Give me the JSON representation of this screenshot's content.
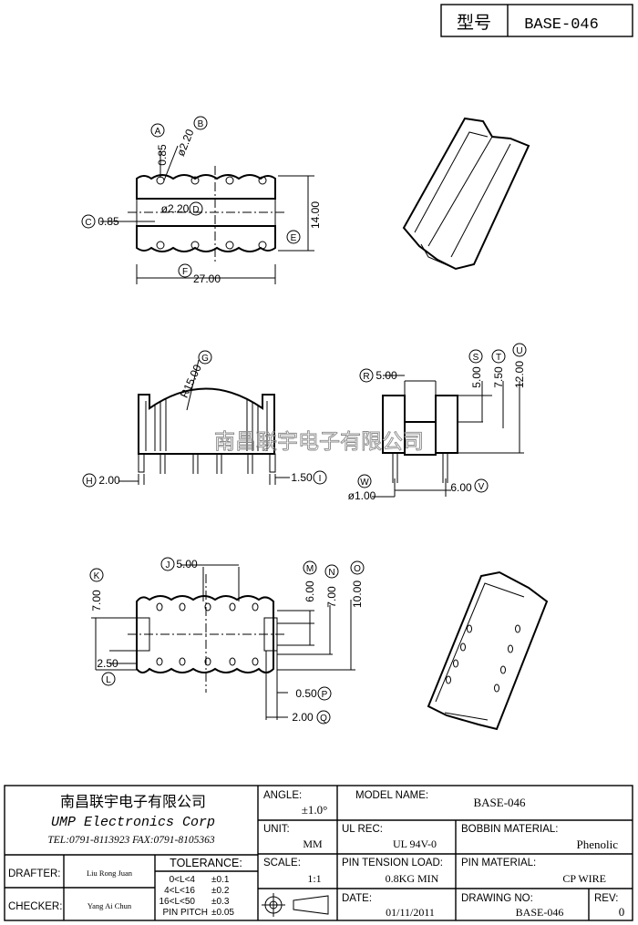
{
  "header": {
    "model_label": "型号",
    "model_value": "BASE-046"
  },
  "dimensions": {
    "A": "A",
    "A_val": "0.85",
    "B": "B",
    "B_val": "ø2.20",
    "C": "C",
    "C_val": "0.85",
    "D": "D",
    "D_val": "ø2.20",
    "E": "E",
    "E_val": "14.00",
    "F": "F",
    "F_val": "27.00",
    "G": "G",
    "G_val": "R15.00",
    "H": "H",
    "H_val": "2.00",
    "I": "I",
    "I_val": "1.50",
    "J": "J",
    "J_val": "5.00",
    "K": "K",
    "K_val": "7.00",
    "L": "L",
    "L_val": "2.50",
    "M": "M",
    "M_val": "6.00",
    "N": "N",
    "N_val": "7.00",
    "O": "O",
    "O_val": "10.00",
    "P": "P",
    "P_val": "0.50",
    "Q": "Q",
    "Q_val": "2.00",
    "R": "R",
    "R_val": "5.00",
    "S": "S",
    "S_val": "5.00",
    "T": "T",
    "T_val": "7.50",
    "U": "U",
    "U_val": "12.00",
    "V": "V",
    "V_val": "6.00",
    "W": "W",
    "W_val": "ø1.00"
  },
  "watermark": "南昌联宇电子有限公司",
  "title_block": {
    "company_cn": "南昌联宇电子有限公司",
    "company_en": "UMP Electronics Corp",
    "tel_fax": "TEL:0791-8113923   FAX:0791-8105363",
    "drafter_label": "DRAFTER:",
    "drafter_name": "Liu Rong Juan",
    "checker_label": "CHECKER:",
    "checker_name": "Yang Ai Chun",
    "tolerance_label": "TOLERANCE:",
    "tol_rows": [
      {
        "range": "0<L<4",
        "tol": "±0.1"
      },
      {
        "range": "4<L<16",
        "tol": "±0.2"
      },
      {
        "range": "16<L<50",
        "tol": "±0.3"
      },
      {
        "range": "PIN PITCH",
        "tol": "±0.05"
      }
    ],
    "angle_label": "ANGLE:",
    "angle_value": "±1.0°",
    "unit_label": "UNIT:",
    "unit_value": "MM",
    "scale_label": "SCALE:",
    "scale_value": "1:1",
    "model_name_label": "MODEL NAME:",
    "model_name_value": "BASE-046",
    "ul_rec_label": "UL REC:",
    "ul_rec_value": "UL 94V-0",
    "bobbin_label": "BOBBIN MATERIAL:",
    "bobbin_value": "Phenolic",
    "pin_tension_label": "PIN TENSION LOAD:",
    "pin_tension_value": "0.8KG MIN",
    "pin_material_label": "PIN MATERIAL:",
    "pin_material_value": "CP WIRE",
    "date_label": "DATE:",
    "date_value": "01/11/2011",
    "drawing_no_label": "DRAWING NO:",
    "drawing_no_value": "BASE-046",
    "rev_label": "REV:",
    "rev_value": "0"
  }
}
